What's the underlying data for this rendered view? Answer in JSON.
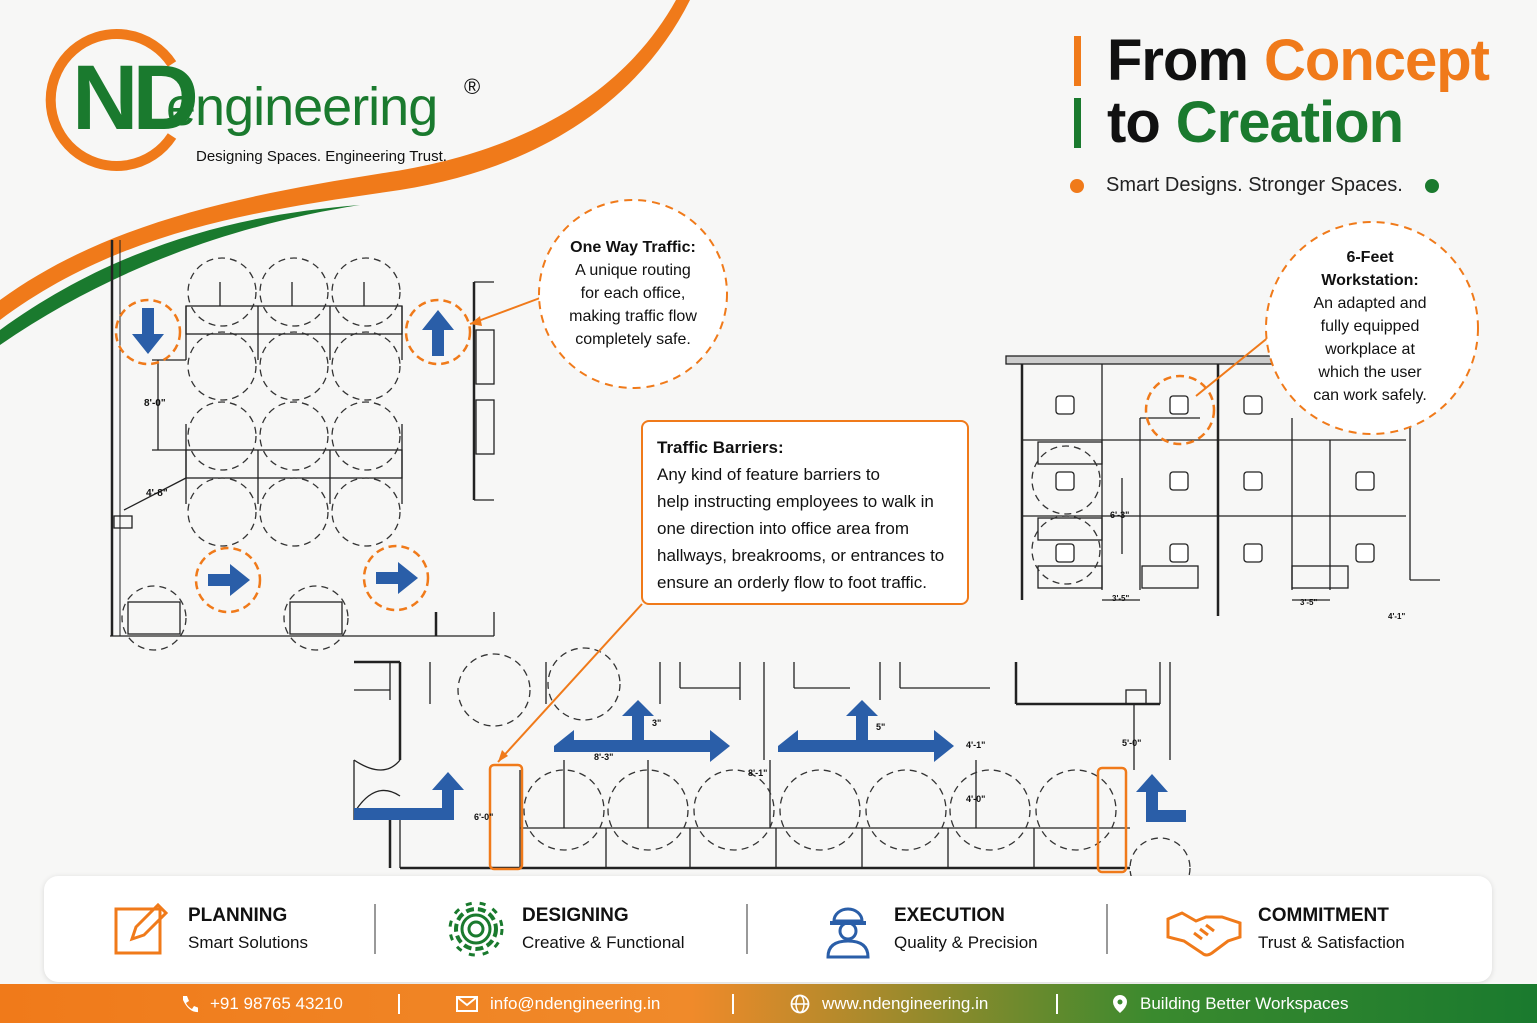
{
  "brand": {
    "logo_nd": "ND",
    "logo_engineering": "engineering",
    "logo_registered": "®",
    "tagline": "Designing Spaces. Engineering Trust."
  },
  "headline": {
    "line1_dark": "From",
    "line1_accent": "Concept",
    "line2_dark": "to",
    "line2_accent": "Creation",
    "subline": "Smart Designs. Stronger Spaces."
  },
  "callouts": {
    "one_way": {
      "title": "One Way Traffic:",
      "lines": [
        "A unique routing",
        "for each office,",
        "making traffic flow",
        "completely safe."
      ]
    },
    "workstation": {
      "title_lines": [
        "6-Feet",
        "Workstation:"
      ],
      "lines": [
        "An adapted and",
        "fully equipped",
        "workplace at",
        "which the user",
        "can work safely."
      ]
    },
    "barriers": {
      "title": "Traffic Barriers:",
      "lines": [
        "Any kind of feature barriers to",
        "help instructing employees to walk in",
        "one direction into office area from",
        "hallways, breakrooms, or entrances to",
        "ensure an orderly flow to foot traffic."
      ]
    }
  },
  "dimensions": {
    "left_8_0": "8'-0\"",
    "left_4_8": "4'-8\"",
    "right_6_3": "6'-3\"",
    "right_3_5a": "3'-5\"",
    "right_3_5b": "3'-5\"",
    "right_4_1": "4'-1\"",
    "bottom_6_0": "6'-0\"",
    "bottom_8_3": "8'-3\"",
    "bottom_3": "3\"",
    "bottom_8_1": "8'-1\"",
    "bottom_5": "5\"",
    "bottom_4_1": "4'-1\"",
    "bottom_4_0": "4'-0\"",
    "bottom_5_0": "5'-0\""
  },
  "features": [
    {
      "title": "PLANNING",
      "subtitle": "Smart Solutions",
      "icon": "pencil-note-icon"
    },
    {
      "title": "DESIGNING",
      "subtitle": "Creative & Functional",
      "icon": "gear-icon"
    },
    {
      "title": "EXECUTION",
      "subtitle": "Quality & Precision",
      "icon": "engineer-icon"
    },
    {
      "title": "COMMITMENT",
      "subtitle": "Trust & Satisfaction",
      "icon": "handshake-icon"
    }
  ],
  "footer": {
    "phone": "+91 98765 43210",
    "email": "info@ndengineering.in",
    "website": "www.ndengineering.in",
    "slogan": "Building Better Workspaces"
  },
  "colors": {
    "orange": "#f07a1a",
    "green": "#1a7a2e",
    "blue": "#2a5ea8"
  }
}
